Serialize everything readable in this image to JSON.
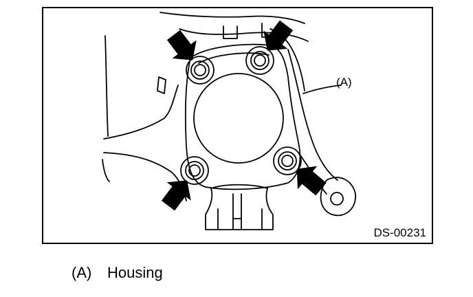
{
  "figure": {
    "diagram_id": "DS-00231",
    "callouts": [
      {
        "key": "callout_a",
        "label": "(A)",
        "target": "Housing"
      }
    ],
    "legend": [
      {
        "key": "(A)",
        "text": "Housing"
      }
    ],
    "arrow_count": 4,
    "line_color": "#000000",
    "background_color": "#ffffff"
  }
}
